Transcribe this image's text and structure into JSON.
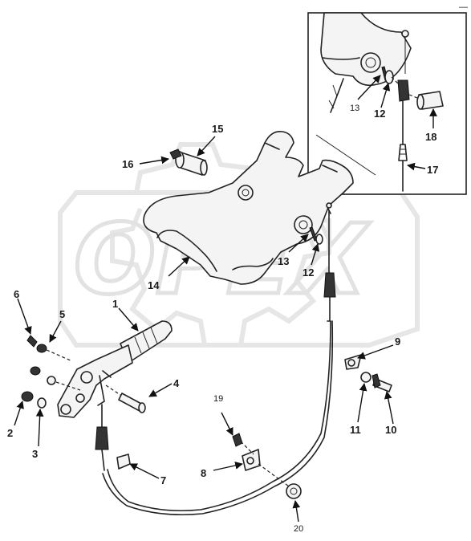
{
  "watermark": {
    "text": "OPEX"
  },
  "corner_mark": "—",
  "callouts": [
    {
      "id": "1",
      "text": "1"
    },
    {
      "id": "2",
      "text": "2"
    },
    {
      "id": "3",
      "text": "3"
    },
    {
      "id": "4",
      "text": "4"
    },
    {
      "id": "5",
      "text": "5"
    },
    {
      "id": "6",
      "text": "6"
    },
    {
      "id": "7",
      "text": "7"
    },
    {
      "id": "8",
      "text": "8"
    },
    {
      "id": "9",
      "text": "9"
    },
    {
      "id": "10",
      "text": "10"
    },
    {
      "id": "11",
      "text": "11"
    },
    {
      "id": "12",
      "text": "12"
    },
    {
      "id": "13",
      "text": "13"
    },
    {
      "id": "14",
      "text": "14"
    },
    {
      "id": "15",
      "text": "15"
    },
    {
      "id": "16",
      "text": "16"
    },
    {
      "id": "17",
      "text": "17"
    },
    {
      "id": "18",
      "text": "18"
    },
    {
      "id": "19",
      "text": "19"
    },
    {
      "id": "20",
      "text": "20"
    },
    {
      "id": "12-inset",
      "text": "12"
    },
    {
      "id": "13-inset",
      "text": "13"
    }
  ],
  "colors": {
    "line": "#222222",
    "watermark": "#e4e4e4",
    "background": "#ffffff"
  }
}
